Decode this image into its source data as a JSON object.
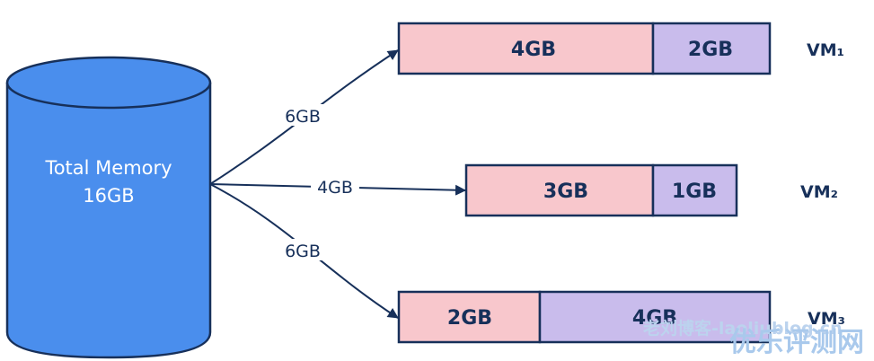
{
  "memory": {
    "line1": "Total Memory",
    "line2": "16GB"
  },
  "colors": {
    "cylinder": "#4a8eed",
    "outline": "#17305a",
    "used": "#f8c7cc",
    "free": "#c9bcec"
  },
  "vms": [
    {
      "name": "VM₁",
      "allocation": "6GB",
      "used": "4GB",
      "free": "2GB"
    },
    {
      "name": "VM₂",
      "allocation": "4GB",
      "used": "3GB",
      "free": "1GB"
    },
    {
      "name": "VM₃",
      "allocation": "6GB",
      "used": "2GB",
      "free": "4GB"
    }
  ],
  "watermarks": {
    "small": "老刘博客-laoliublog.cn",
    "large": "优乐评测网"
  }
}
